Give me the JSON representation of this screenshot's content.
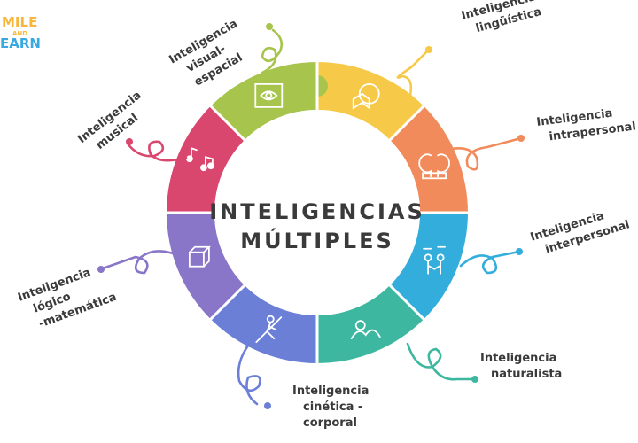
{
  "logo": {
    "line1": "MILE",
    "line2": "AND",
    "line3": "EARN",
    "color1": "#f6b73c",
    "color2": "#3aa9e0"
  },
  "center": {
    "line1": "INTELIGENCIAS",
    "line2": "MÚLTIPLES"
  },
  "segments": [
    {
      "key": "linguistica",
      "color": "#f7c948",
      "icon": "globe-book-icon",
      "lines": [
        "Inteligencia",
        "lingüística"
      ]
    },
    {
      "key": "intrapersonal",
      "color": "#f28b5b",
      "icon": "heads-icon",
      "lines": [
        "Inteligencia",
        "intrapersonal"
      ]
    },
    {
      "key": "interpersonal",
      "color": "#33aedc",
      "icon": "people-talking-icon",
      "lines": [
        "Inteligencia",
        "interpersonal"
      ]
    },
    {
      "key": "naturalista",
      "color": "#3db7a0",
      "icon": "landscape-icon",
      "lines": [
        "Inteligencia",
        "naturalista"
      ]
    },
    {
      "key": "cinetica",
      "color": "#6b7fd7",
      "icon": "runner-icon",
      "lines": [
        "Inteligencia",
        "cinética -",
        "corporal"
      ]
    },
    {
      "key": "logico",
      "color": "#8a76c8",
      "icon": "cube-formula-icon",
      "lines": [
        "Inteligencia",
        "lógico",
        "-matemática"
      ]
    },
    {
      "key": "musical",
      "color": "#d9466e",
      "icon": "music-notes-icon",
      "lines": [
        "Inteligencia",
        "musical"
      ]
    },
    {
      "key": "visual",
      "color": "#a7c44c",
      "icon": "eye-frame-icon",
      "lines": [
        "Inteligencia",
        "visual-",
        "espacial"
      ]
    }
  ]
}
